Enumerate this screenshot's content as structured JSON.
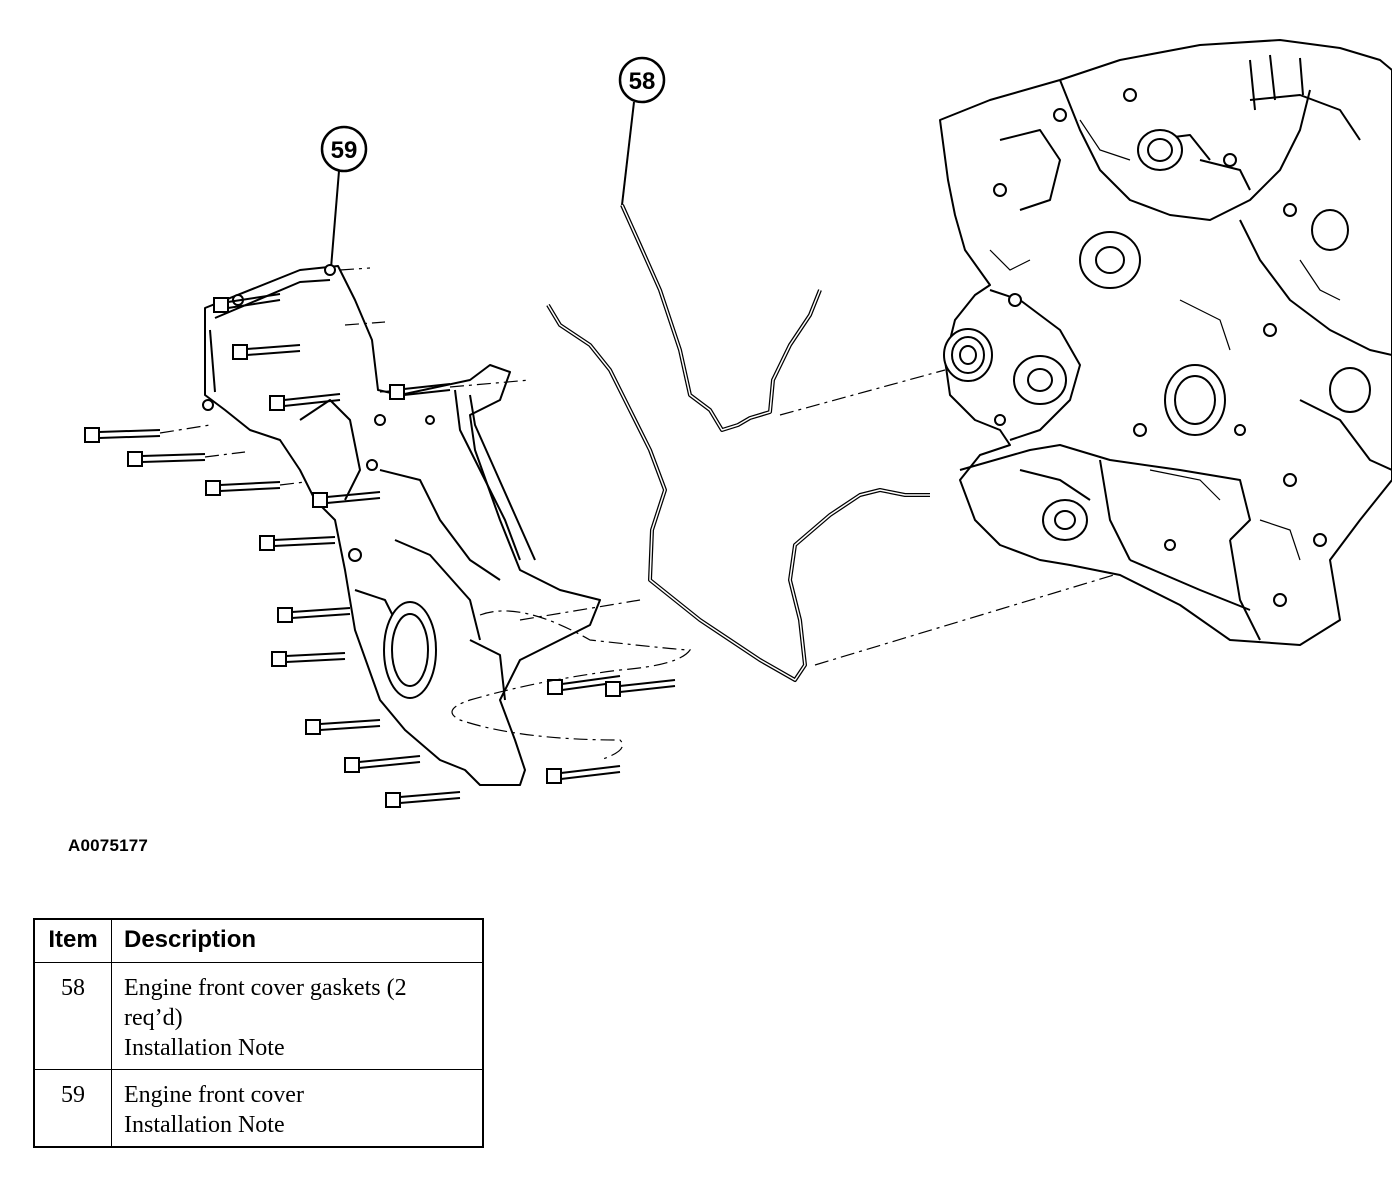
{
  "callouts": [
    {
      "number": "58"
    },
    {
      "number": "59"
    }
  ],
  "figure_id": "A0075177",
  "legend": {
    "headers": {
      "item": "Item",
      "description": "Description"
    },
    "rows": [
      {
        "item": "58",
        "lines": [
          "Engine front cover gaskets (2",
          "req’d)",
          "Installation Note"
        ]
      },
      {
        "item": "59",
        "lines": [
          "Engine front cover",
          "Installation Note"
        ]
      }
    ]
  }
}
